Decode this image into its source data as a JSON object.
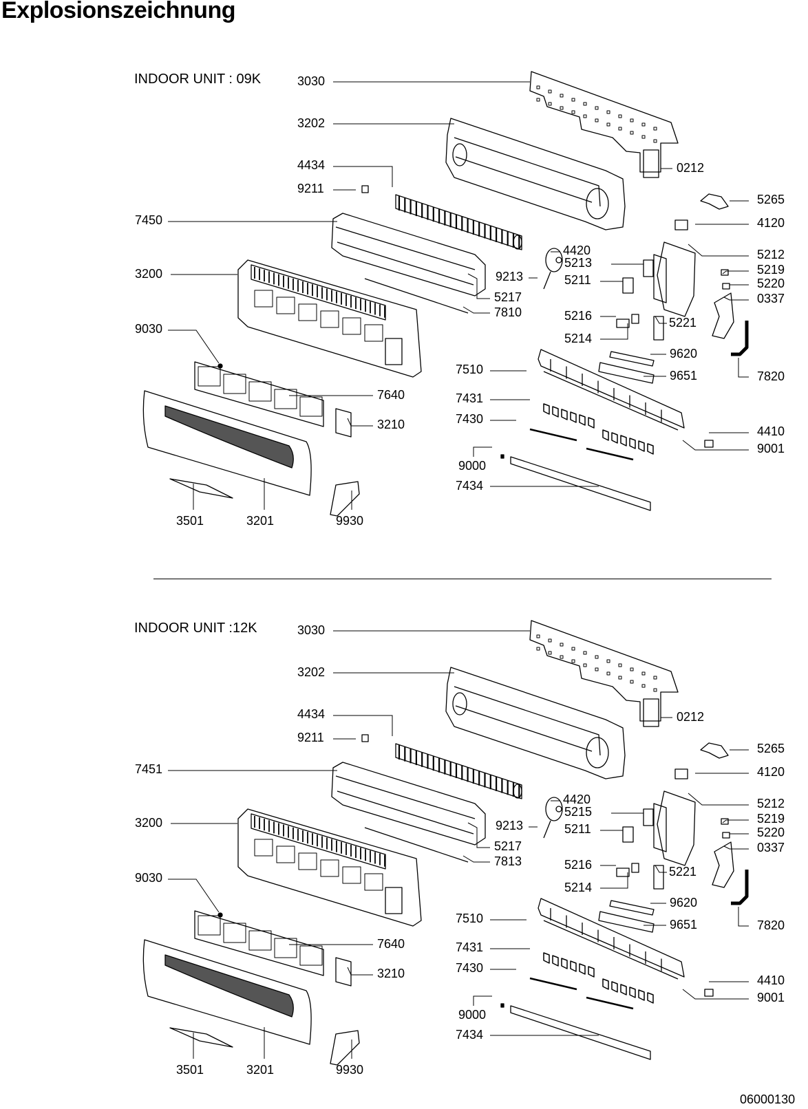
{
  "title": "Explosionszeichnung",
  "diagrams": [
    {
      "unit_title": "INDOOR UNIT : 09K",
      "callouts": [
        "3030",
        "3202",
        "4434",
        "9211",
        "7450",
        "3200",
        "9030",
        "7640",
        "3210",
        "3501",
        "3201",
        "9930",
        "0212",
        "5265",
        "4120",
        "4420",
        "5212",
        "5213",
        "5219",
        "9213",
        "5211",
        "5220",
        "5217",
        "7810",
        "0337",
        "5216",
        "5221",
        "5214",
        "9620",
        "7510",
        "9651",
        "7820",
        "7431",
        "7430",
        "4410",
        "9001",
        "9000",
        "7434"
      ]
    },
    {
      "unit_title": "INDOOR UNIT :12K",
      "callouts": [
        "3030",
        "3202",
        "4434",
        "9211",
        "7451",
        "3200",
        "9030",
        "7640",
        "3210",
        "3501",
        "3201",
        "9930",
        "0212",
        "5265",
        "4120",
        "4420",
        "5212",
        "5215",
        "5219",
        "9213",
        "5211",
        "5220",
        "5217",
        "7813",
        "0337",
        "5216",
        "5221",
        "5214",
        "9620",
        "7510",
        "9651",
        "7820",
        "7431",
        "7430",
        "4410",
        "9001",
        "9000",
        "7434"
      ]
    }
  ],
  "document_code": "06000130"
}
